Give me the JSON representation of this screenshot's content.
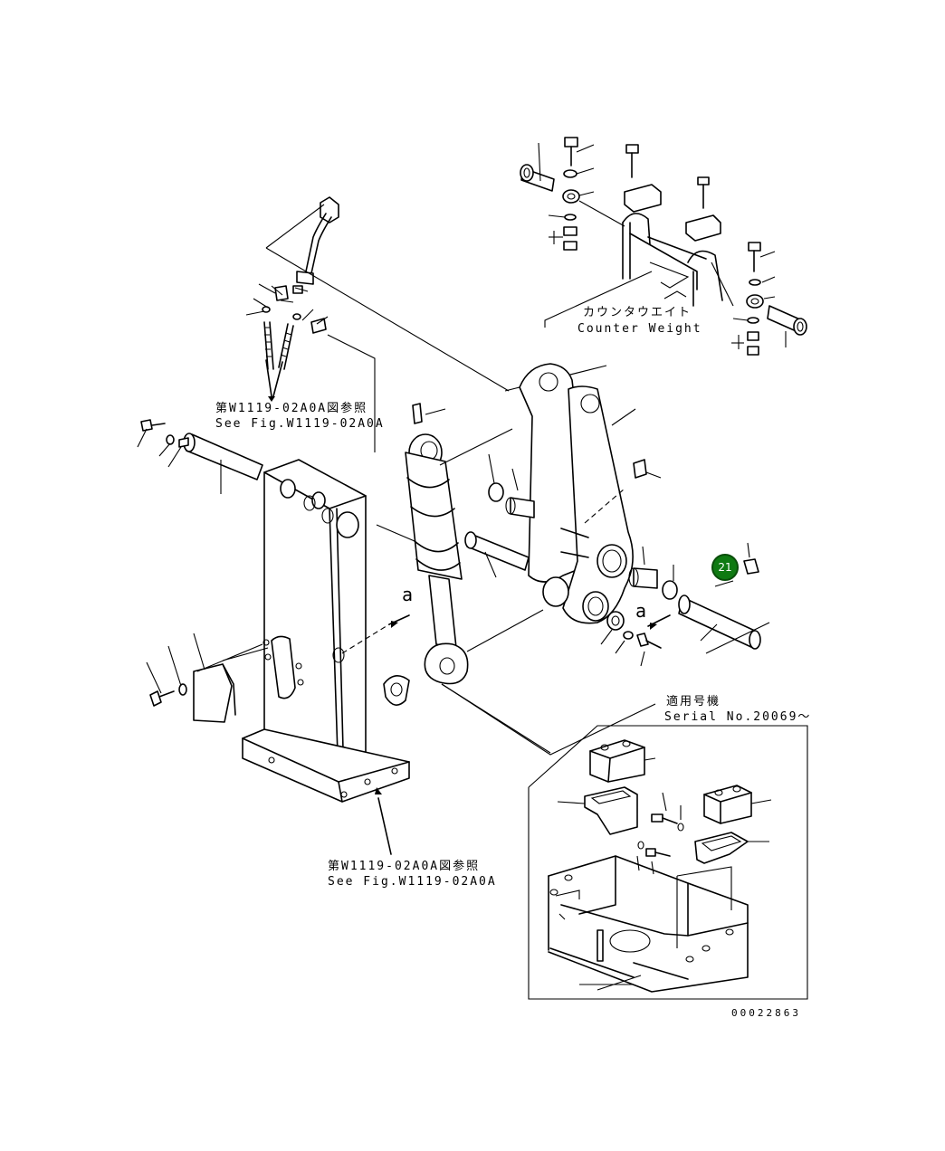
{
  "labels": {
    "counterweight_ja": "カウンタウエイト",
    "counterweight_en": "Counter Weight",
    "ref_top_ja": "第W1119-02A0A図参照",
    "ref_top_en": "See Fig.W1119-02A0A",
    "ref_bottom_ja": "第W1119-02A0A図参照",
    "ref_bottom_en": "See Fig.W1119-02A0A",
    "serial_ja": "適用号機",
    "serial_en": "Serial No.20069～",
    "view_arrow_left": "a",
    "view_arrow_right": "a",
    "drawing_number": "00022863"
  },
  "callouts": [
    {
      "number": "21",
      "color": "#0f7a12"
    }
  ]
}
